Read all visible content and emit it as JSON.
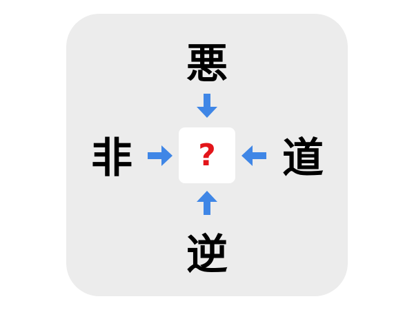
{
  "puzzle": {
    "type": "kanji-crossword",
    "answer_placeholder": "?",
    "clues": {
      "top": "悪",
      "left": "非",
      "right": "道",
      "bottom": "逆"
    },
    "arrows": {
      "top": "arrow-down",
      "left": "arrow-right",
      "right": "arrow-left",
      "bottom": "arrow-up"
    }
  },
  "colors": {
    "panel": "#ececec",
    "arrow": "#3f86e6",
    "question_mark": "#e3151a",
    "center_box": "#ffffff",
    "kanji": "#000000"
  }
}
